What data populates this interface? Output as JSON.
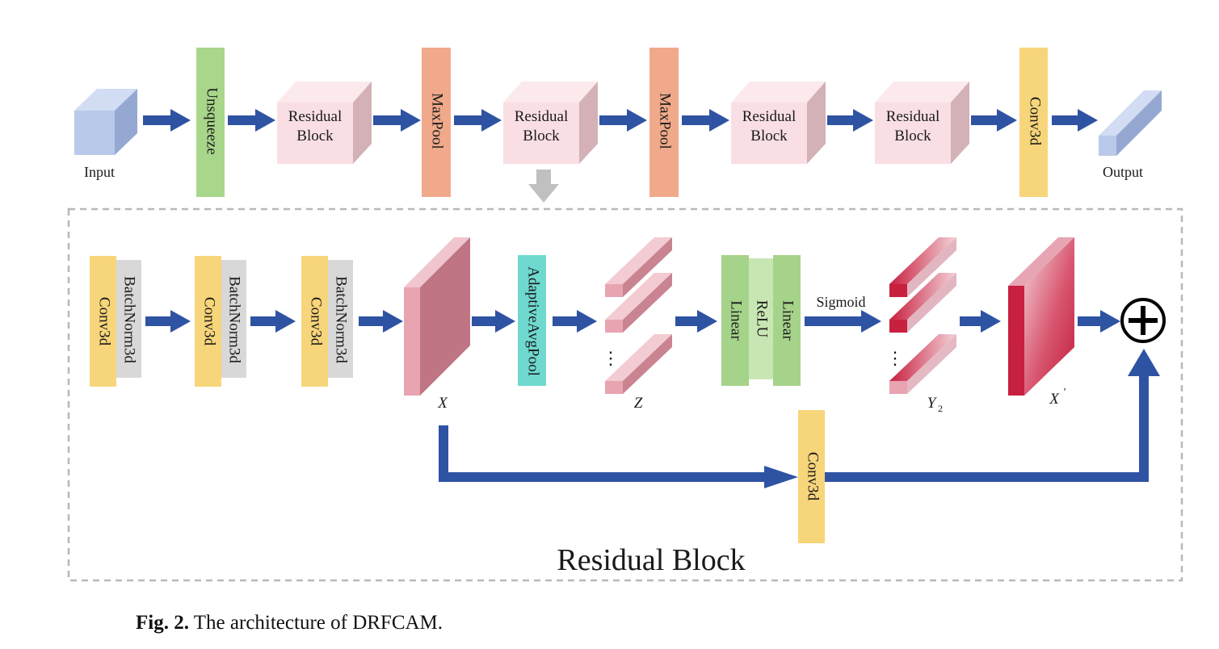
{
  "top_row": {
    "input_label": "Input",
    "unsqueeze_label": "Unsqueeze",
    "residual_line1": "Residual",
    "residual_line2": "Block",
    "maxpool_label": "MaxPool",
    "conv3d_label": "Conv3d",
    "output_label": "Output"
  },
  "residual_detail": {
    "conv3d_label": "Conv3d",
    "batchnorm_label": "BatchNorm3d",
    "adaptive_pool_label": "AdaptiveAvgPool",
    "linear_label": "Linear",
    "relu_label": "ReLU",
    "sigmoid_label": "Sigmoid",
    "x_label": "X",
    "z_label": "Z",
    "y_label": "Y",
    "y_subscript": "2",
    "xprime_label": "X",
    "xprime_mark": "'",
    "ellipsis": "⋮",
    "title": "Residual Block"
  },
  "caption": {
    "fig_number": "Fig. 2.",
    "text": "The architecture of DRFCAM."
  },
  "colors": {
    "arrow": "#2f53a3",
    "conv_yellow": "#f7d57a",
    "batchnorm_gray": "#d8d8d8",
    "unsqueeze_green": "#a8d68a",
    "maxpool_orange": "#f0a98b",
    "residual_pink": "#f9dfe3",
    "pool_teal": "#6fd9cf",
    "linear_green": "#a6d38a",
    "relu_green": "#c8e6b3",
    "input_blue": "#b9c9ea",
    "feature_pink": "#e8a4b1",
    "attention_red": "#c8203f"
  }
}
